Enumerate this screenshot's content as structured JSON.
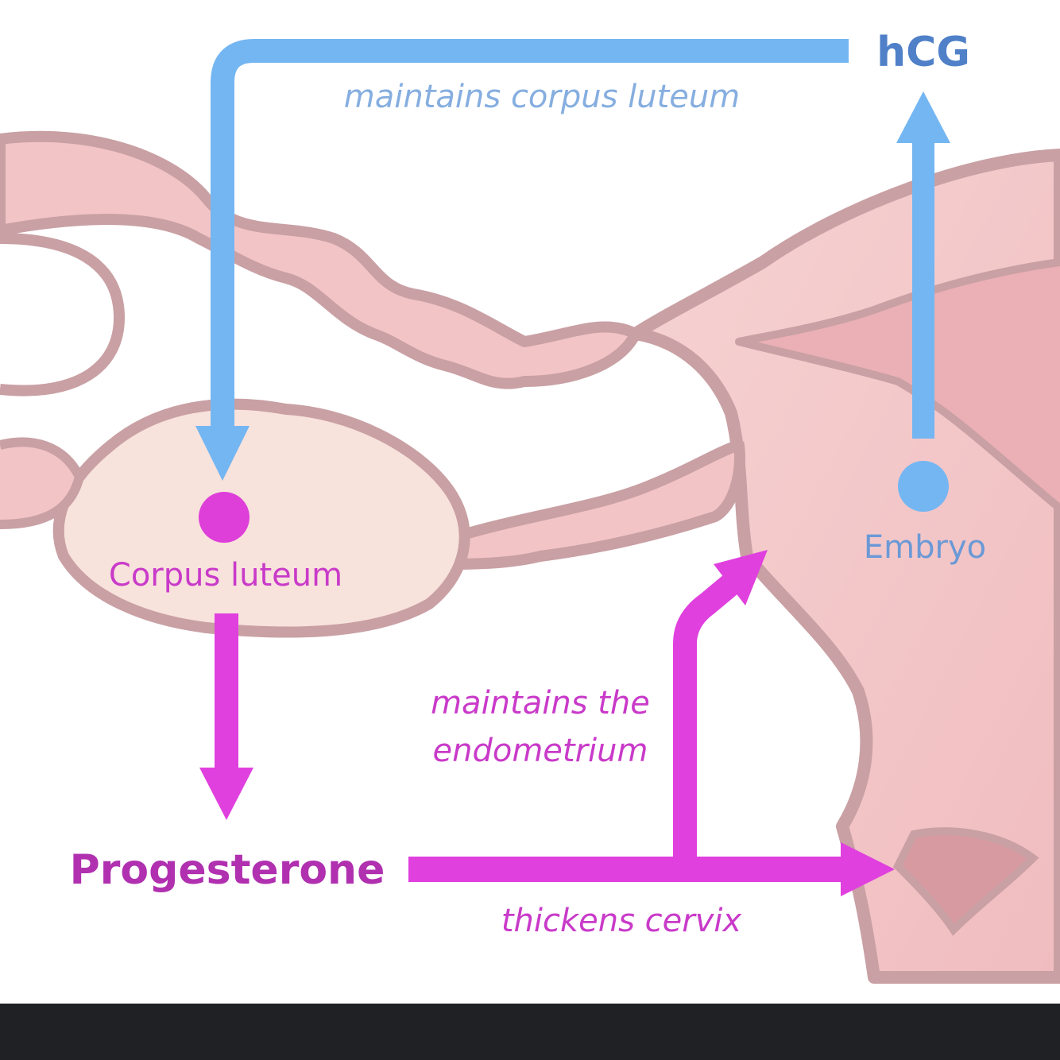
{
  "colors": {
    "hcg_blue": "#74b6f2",
    "hcg_text": "#4f80c8",
    "blue_caption": "#86aee0",
    "progesterone_magenta": "#e040de",
    "progesterone_text": "#b030b0",
    "magenta_caption": "#c93ac9",
    "tissue_fill": "#f3c4c6",
    "tissue_outline": "#c9a0a4",
    "ovary_fill": "#f8e2dc",
    "footer": "#202124"
  },
  "icons": {
    "corpus_luteum_dot": "circle",
    "embryo_dot": "circle"
  },
  "labels": {
    "hcg": "hCG",
    "maintains_corpus_luteum": "maintains corpus luteum",
    "corpus_luteum": "Corpus luteum",
    "embryo": "Embryo",
    "progesterone": "Progesterone",
    "maintains_the": "maintains the",
    "endometrium": "endometrium",
    "thickens_cervix": "thickens cervix"
  }
}
